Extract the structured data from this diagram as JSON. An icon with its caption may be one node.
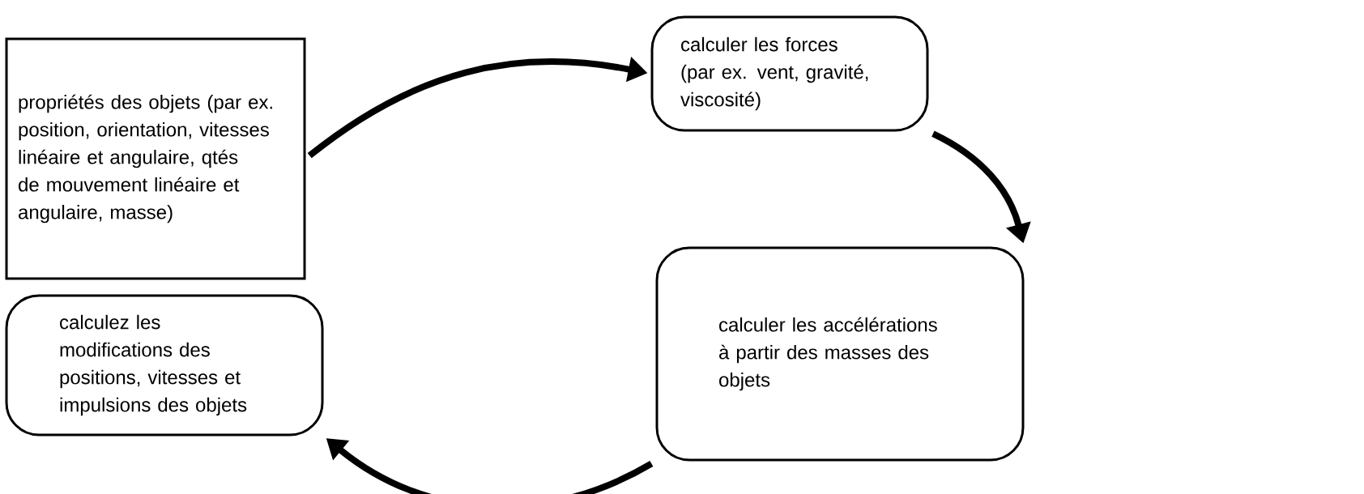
{
  "diagram": {
    "nodes": [
      {
        "text": [
          "propriétés des objets (par ex. position, orientation, vitesses linéaire et angulaire, qtés de mouvement linéaire et angulaire, masse)"
        ]
      },
      {
        "text": [
          "calculer les forces (par ex. vent, gravité, viscosité)"
        ]
      },
      {
        "text": [
          "calculer les accélérations à partir des masses des objets"
        ]
      },
      {
        "text": [
          "calculez les modifications des positions, vitesses et impulsions des objets"
        ]
      }
    ],
    "edges": [
      {
        "from": 0,
        "to": 1,
        "arrow": "to"
      },
      {
        "from": 1,
        "to": 2,
        "arrow": "to"
      },
      {
        "from": 2,
        "to": 3,
        "arrow": "to"
      }
    ]
  }
}
